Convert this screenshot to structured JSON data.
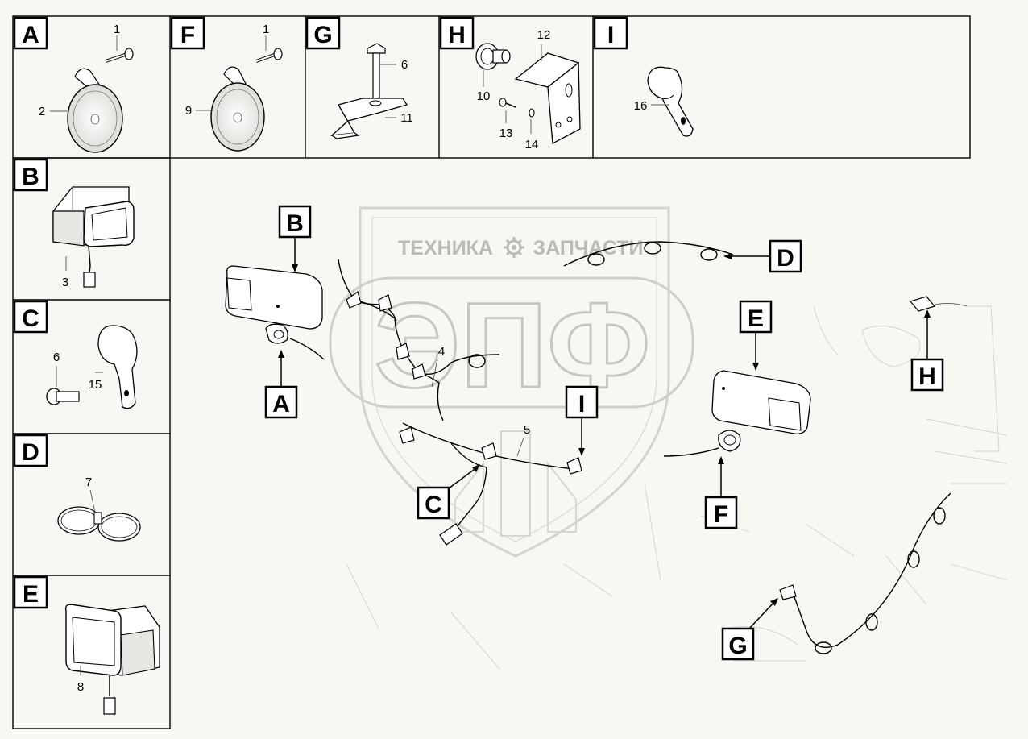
{
  "watermark": {
    "left_word": "ТЕХНИКА",
    "right_word": "ЗАПЧАСТИ",
    "monogram": "ЭПФ",
    "gear_icon": "gear-icon"
  },
  "detail_panels": [
    {
      "letter": "A",
      "callouts": [
        "1",
        "2"
      ]
    },
    {
      "letter": "F",
      "callouts": [
        "1",
        "9"
      ]
    },
    {
      "letter": "G",
      "callouts": [
        "6",
        "11"
      ]
    },
    {
      "letter": "H",
      "callouts": [
        "12",
        "10",
        "13",
        "14"
      ]
    },
    {
      "letter": "I",
      "callouts": [
        "16"
      ]
    },
    {
      "letter": "B",
      "callouts": [
        "3"
      ]
    },
    {
      "letter": "C",
      "callouts": [
        "6",
        "15"
      ]
    },
    {
      "letter": "D",
      "callouts": [
        "7"
      ]
    },
    {
      "letter": "E",
      "callouts": [
        "8"
      ]
    }
  ],
  "main_view": {
    "labels": [
      "B",
      "A",
      "C",
      "I",
      "D",
      "E",
      "F",
      "H",
      "G"
    ],
    "callouts": [
      "4",
      "5"
    ]
  },
  "colors": {
    "line": "#000000",
    "background": "#f7f8f3",
    "watermark": "#c4c8c1"
  }
}
